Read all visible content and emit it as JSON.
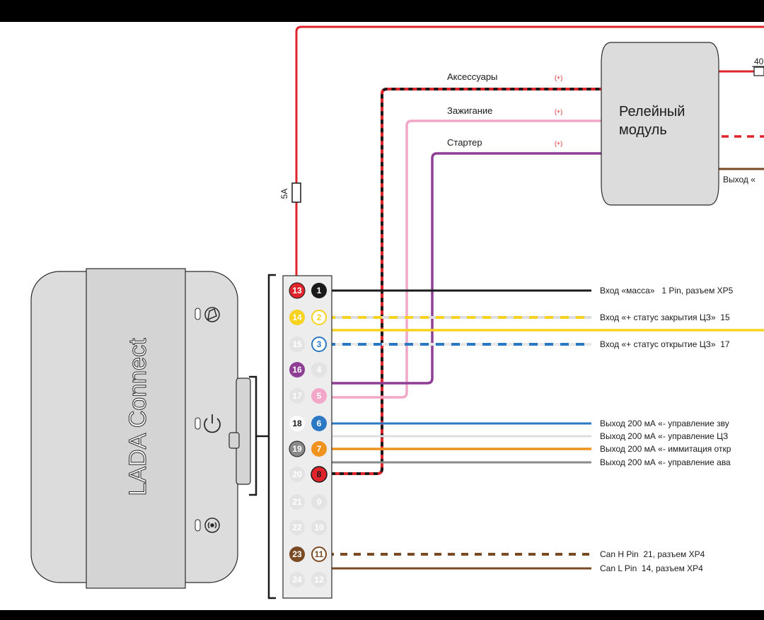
{
  "colors": {
    "red": "#e0242b",
    "black": "#1a1a1a",
    "yellow": "#f7d21e",
    "blue": "#2b78c4",
    "purple": "#8e3f95",
    "pink": "#f2a6c8",
    "white": "#ffffff",
    "grey": "#8a8a8a",
    "orange": "#f0921e",
    "brown": "#7a4a24",
    "light_grey": "#dedede",
    "pin_inactive": "#e3e3e3"
  },
  "device": {
    "label": "LADA Connect",
    "icons": [
      "alarm-bell-icon",
      "power-icon",
      "wireless-signal-icon"
    ]
  },
  "relay": {
    "label_line1": "Релейный",
    "label_line2": "модуль",
    "top_value": "40",
    "output_label": "Выход «"
  },
  "fuse": {
    "label": "5A"
  },
  "relay_wires": [
    {
      "label": "Аксессуары",
      "sign": "(+)"
    },
    {
      "label": "Зажигание",
      "sign": "(+)"
    },
    {
      "label": "Стартер",
      "sign": "(+)"
    }
  ],
  "pins": {
    "left": [
      "13",
      "14",
      "15",
      "16",
      "17",
      "18",
      "19",
      "20",
      "21",
      "22",
      "23",
      "24"
    ],
    "right": [
      "1",
      "2",
      "3",
      "4",
      "5",
      "6",
      "7",
      "8",
      "9",
      "10",
      "11",
      "12"
    ]
  },
  "outputs": [
    {
      "text": "Вход «масса»   1 Pin, разъем XP5"
    },
    {
      "text": "Вход «+ статус закрытия ЦЗ»  15"
    },
    {
      "text": "Вход «+ статус открытие ЦЗ»  17"
    },
    {
      "text": "Выход 200 мА «- управление зву"
    },
    {
      "text": "Выход 200 мА «- управление ЦЗ"
    },
    {
      "text": "Выход 200 мА «- иммитация откр"
    },
    {
      "text": "Выход 200 мА «- управление ава"
    },
    {
      "text": "Can H Pin  21, разъем XP4"
    },
    {
      "text": "Can L Pin  14, разъем XP4"
    }
  ]
}
